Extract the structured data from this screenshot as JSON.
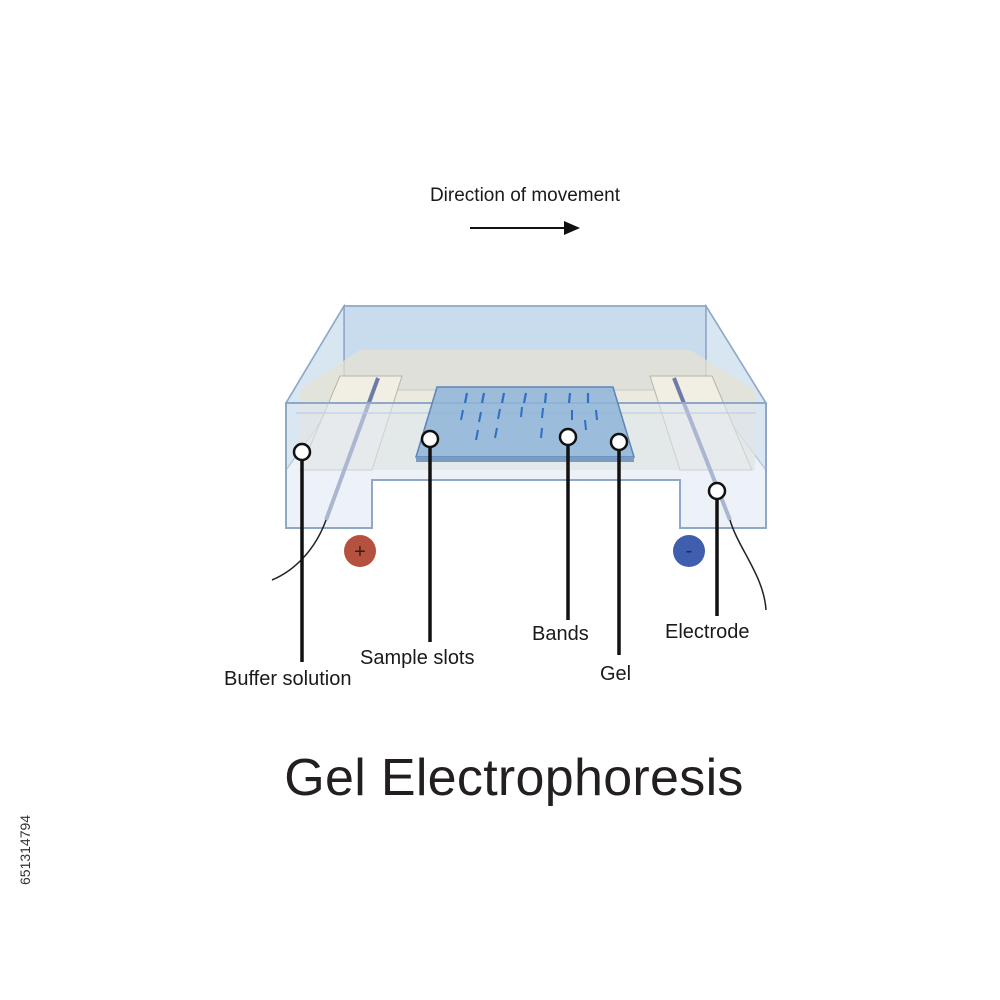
{
  "title": "Gel Electrophoresis",
  "direction": {
    "label": "Direction of movement"
  },
  "labels": {
    "buffer_solution": "Buffer solution",
    "sample_slots": "Sample slots",
    "bands": "Bands",
    "gel": "Gel",
    "electrode": "Electrode"
  },
  "terminals": {
    "positive": "+",
    "negative": "-"
  },
  "colors": {
    "positive_terminal": "#b5523f",
    "negative_terminal": "#3f5fae",
    "band": "#2f6fc4",
    "tank_edge": "#8fa8c8",
    "gel": "#8fb4d8"
  },
  "watermark_id": "651314794"
}
